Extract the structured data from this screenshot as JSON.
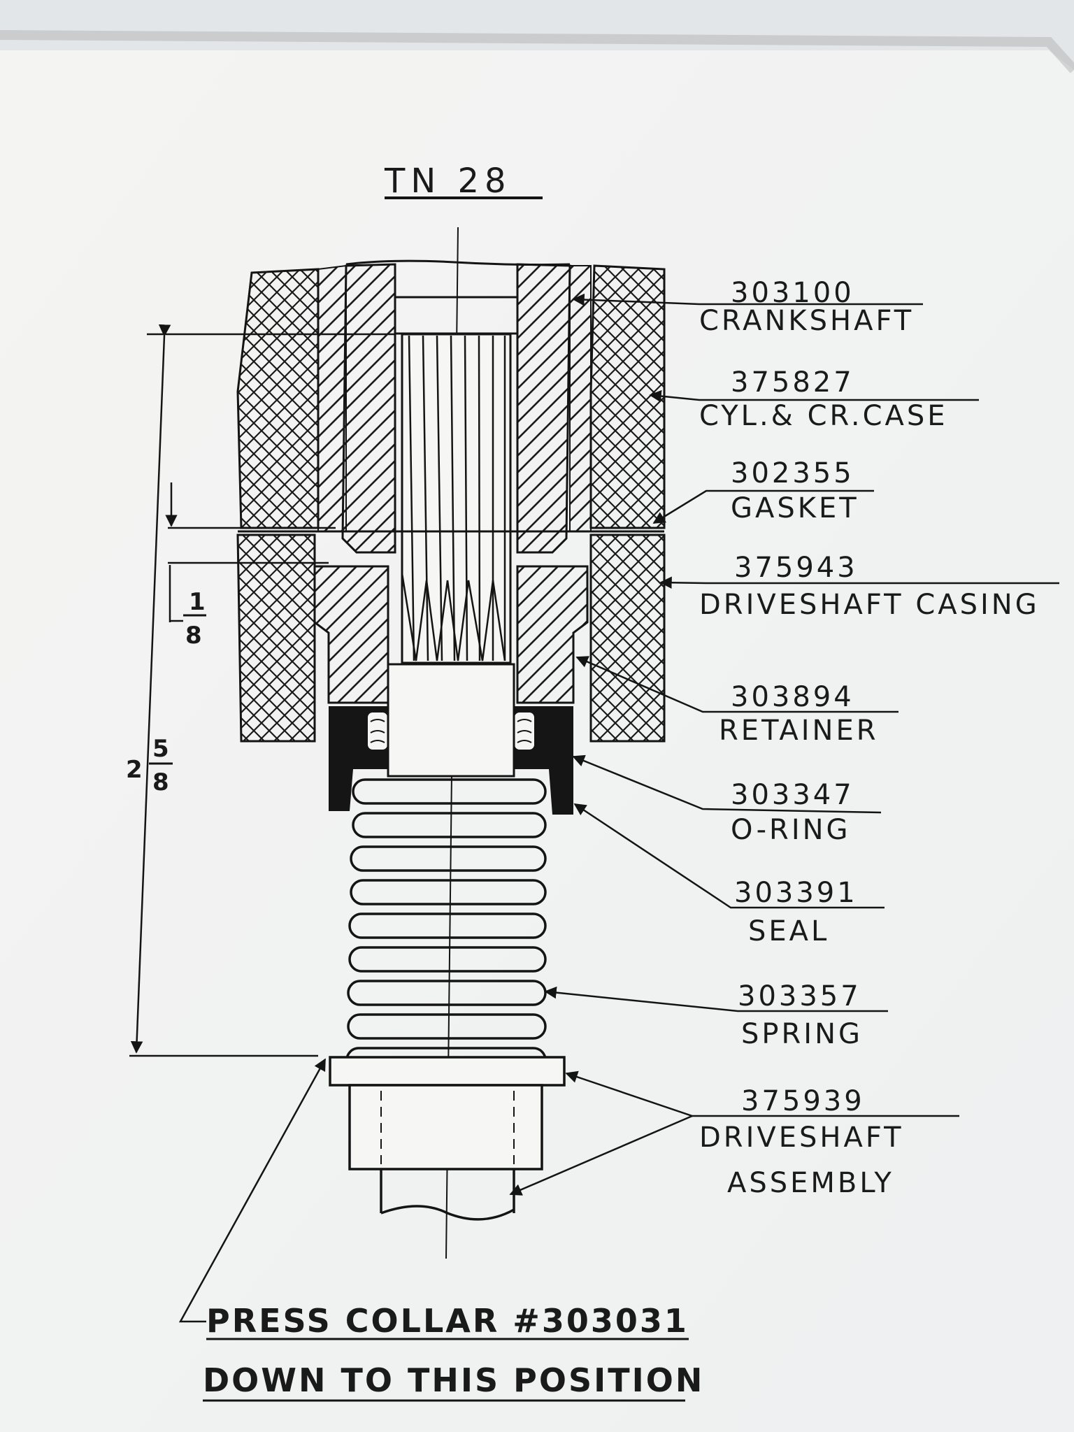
{
  "title": "TN 28",
  "parts": [
    {
      "number": "303100",
      "name": "CRANKSHAFT"
    },
    {
      "number": "375827",
      "name": "CYL.& CR.CASE"
    },
    {
      "number": "302355",
      "name": "GASKET"
    },
    {
      "number": "375943",
      "name": "DRIVESHAFT CASING"
    },
    {
      "number": "303894",
      "name": "RETAINER"
    },
    {
      "number": "303347",
      "name": "O-RING"
    },
    {
      "number": "303391",
      "name": "SEAL"
    },
    {
      "number": "303357",
      "name": "SPRING"
    },
    {
      "number": "375939",
      "name": "DRIVESHAFT",
      "name2": "ASSEMBLY"
    }
  ],
  "dimensions": {
    "overall": {
      "whole": "2",
      "numerator": "5",
      "denominator": "8"
    },
    "gap": {
      "numerator": "1",
      "denominator": "8"
    }
  },
  "note": {
    "line1": "PRESS COLLAR #303031",
    "line2": "DOWN TO THIS POSITION"
  }
}
